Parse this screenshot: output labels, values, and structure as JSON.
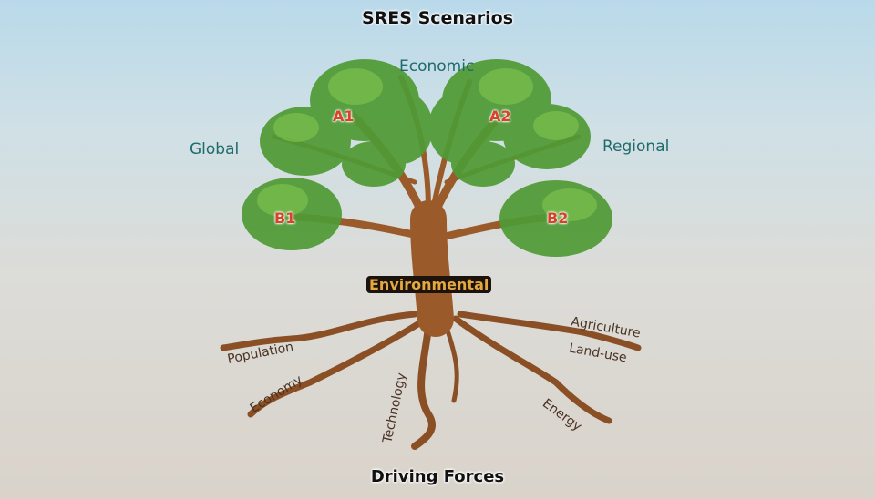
{
  "title": "SRES Scenarios",
  "footer": "Driving Forces",
  "axes": {
    "top": "Economic",
    "left": "Global",
    "right": "Regional",
    "bottom": "Environmental"
  },
  "scenarios": {
    "a1": "A1",
    "a2": "A2",
    "b1": "B1",
    "b2": "B2"
  },
  "roots": {
    "population": "Population",
    "economy": "Economy",
    "technology": "Technology",
    "energy": "Energy",
    "agriculture": "Agriculture",
    "land_use": "Land-use"
  },
  "colors": {
    "leaf": "#4f9a35",
    "trunk": "#9a5a2a",
    "scenario": "#d8432a",
    "axis": "#1f6b6b",
    "environmental": "#e4a83f"
  }
}
